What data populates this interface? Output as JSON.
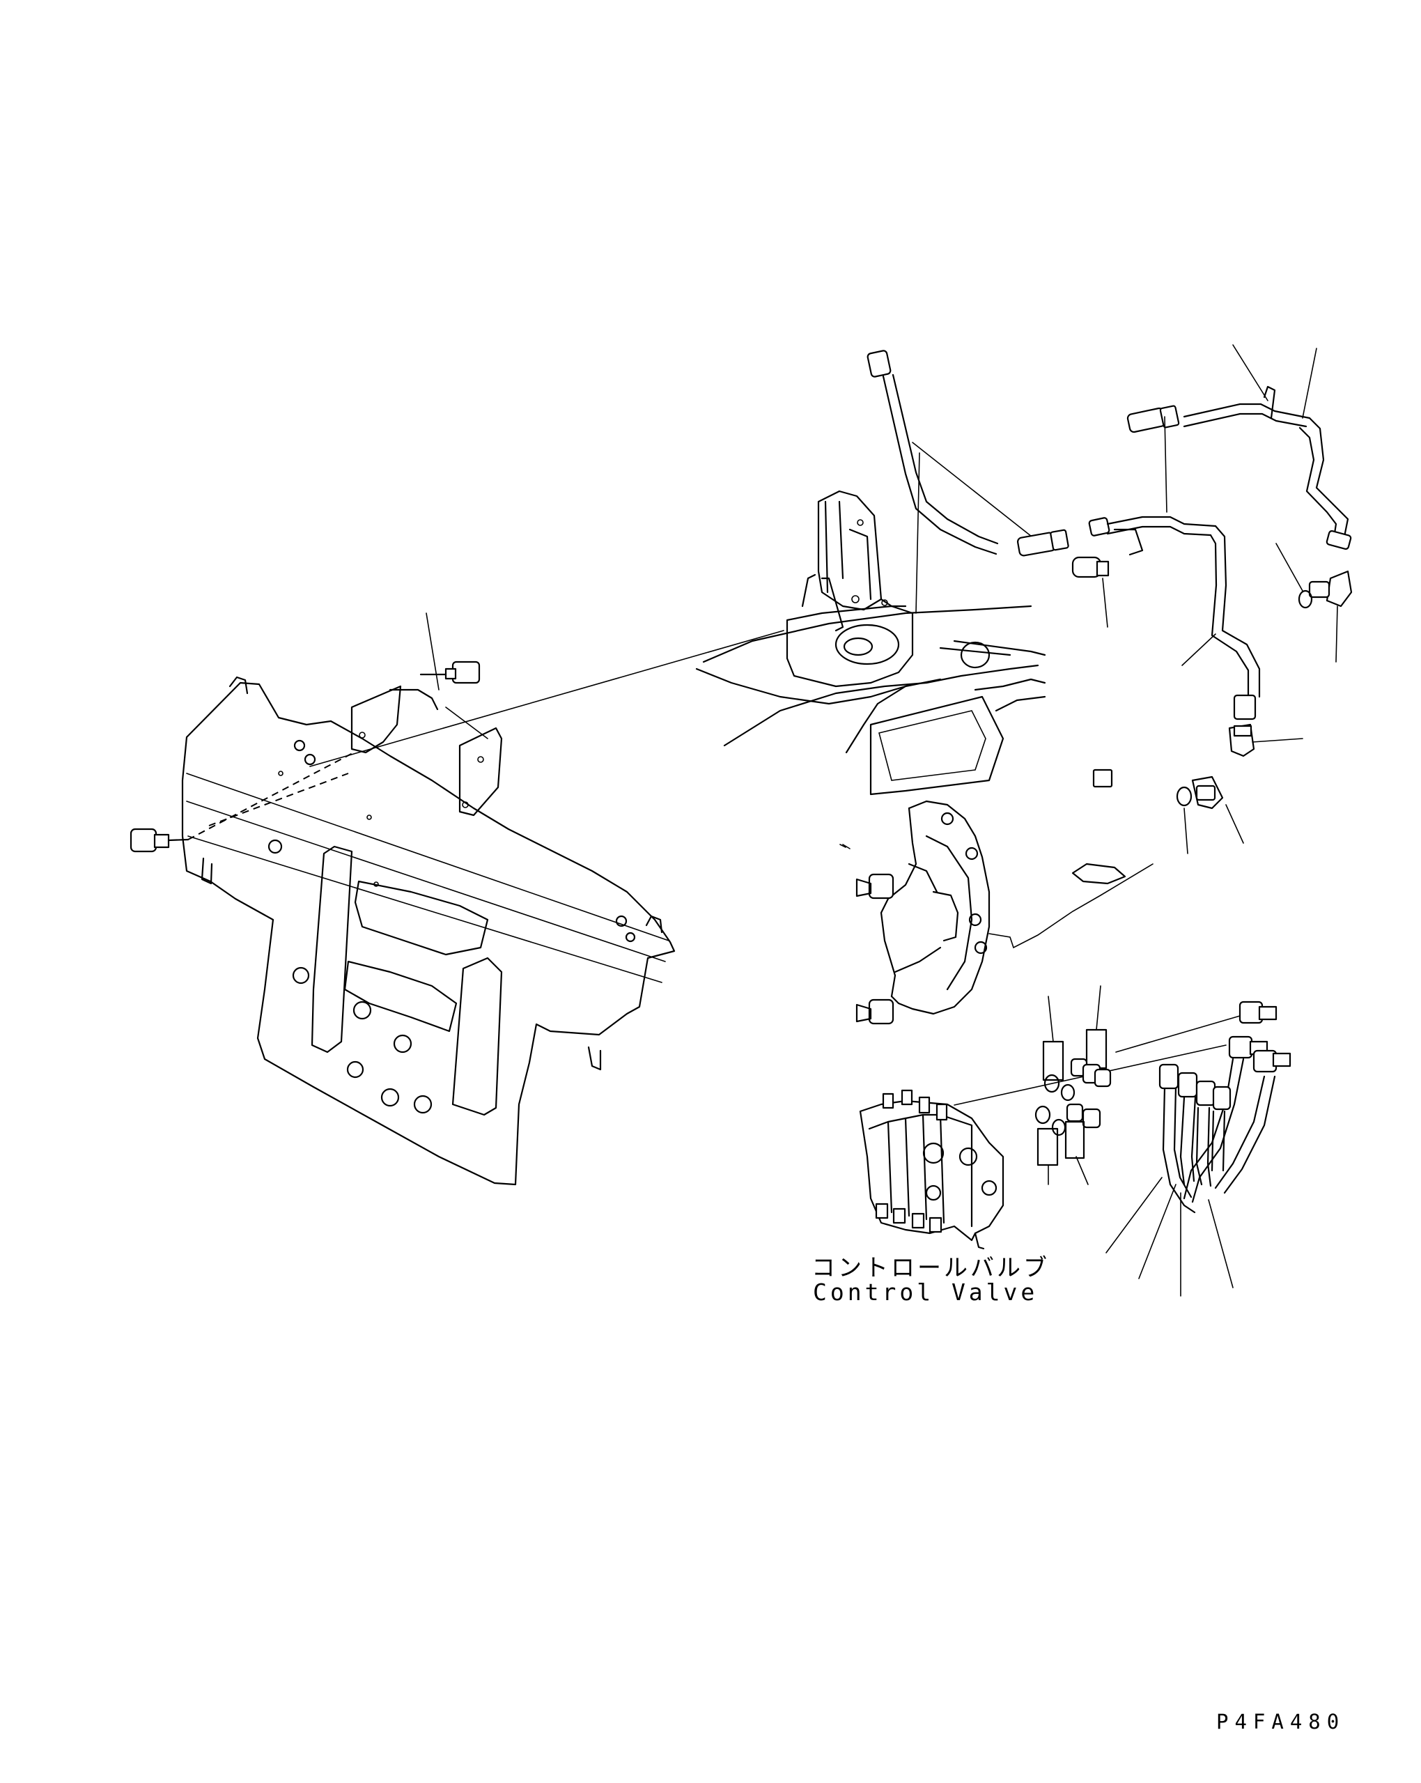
{
  "labels": {
    "control_valve_jp": "コントロールバルブ",
    "control_valve_en": "Control Valve",
    "drawing_code": "P4FA480"
  }
}
